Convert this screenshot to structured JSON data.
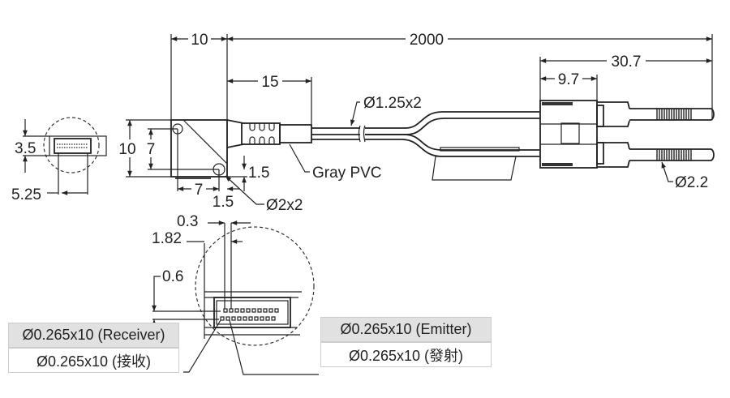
{
  "dimensions": {
    "head_width": "10",
    "cable_length": "2000",
    "sleeve_length": "15",
    "cable_diameter": "Ø1.25x2",
    "cable_material": "Gray PVC",
    "head_height": "10",
    "hole_spacing_v": "7",
    "hole_offset_v": "1.5",
    "hole_spacing_h": "7",
    "hole_offset_h": "1.5",
    "hole_diameter": "Ø2x2",
    "connector_total": "30.7",
    "connector_body": "9.7",
    "pin_diameter": "Ø2.2",
    "face_height": "3.5",
    "face_width": "5.25",
    "pitch": "0.3",
    "offset_182": "1.82",
    "row_spacing": "0.6"
  },
  "labels": {
    "receiver_en": "Ø0.265x10 (Receiver)",
    "receiver_zh": "Ø0.265x10 (接收)",
    "emitter_en": "Ø0.265x10 (Emitter)",
    "emitter_zh": "Ø0.265x10 (發射)"
  },
  "colors": {
    "line": "#222222",
    "label_bg": "#e1e1e1"
  }
}
